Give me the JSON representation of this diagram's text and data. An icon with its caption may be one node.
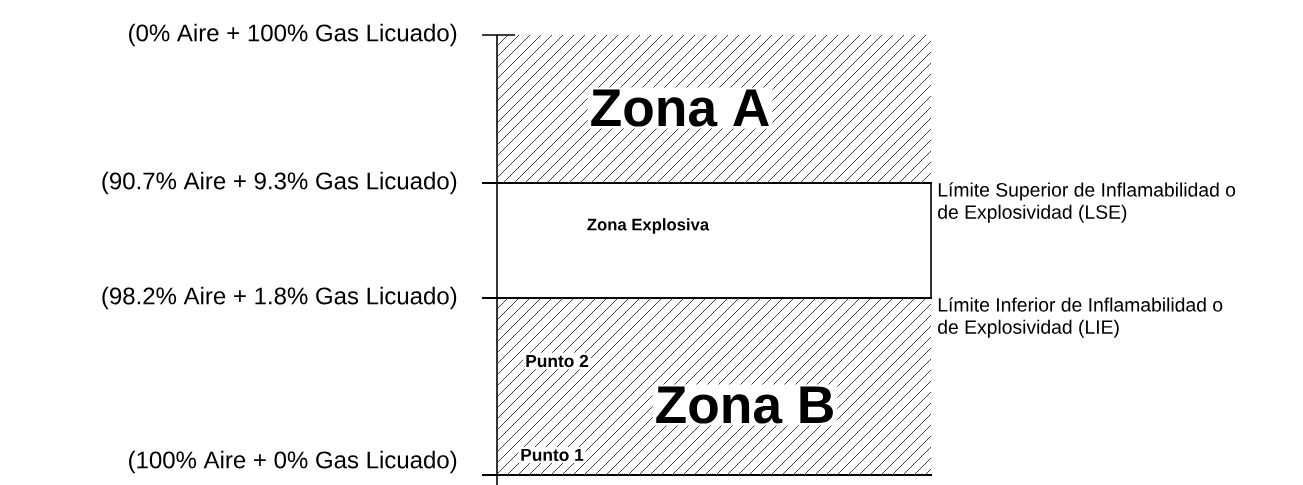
{
  "diagram": {
    "nodes": [
      {
        "text": [
          "Zona A"
        ]
      },
      {
        "text": [
          "Zona Explosiva"
        ]
      },
      {
        "text": [
          "Zona B",
          "Punto 2",
          "Punto 1"
        ]
      }
    ],
    "labels": [
      "(0% Aire + 100% Gas Licuado)",
      "(90.7% Aire + 9.3% Gas Licuado)",
      "Límite Superior de Inflamabilidad o de Explosividad (LSE)",
      "(98.2% Aire + 1.8% Gas Licuado)",
      "Límite Inferior de Inflamabilidad o de Explosividad (LIE)",
      "(100% Aire + 0% Gas Licuado)"
    ]
  }
}
